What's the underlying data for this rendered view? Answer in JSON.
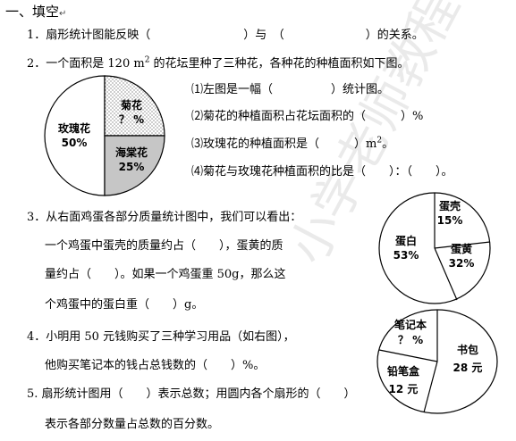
{
  "section": {
    "title": "一、填空",
    "para_mark": "↵"
  },
  "q1": {
    "text": "1．扇形统计图能反映（　　　　　　　　）与　（　　　　　　　）的关系。"
  },
  "q2": {
    "stem_a": "2．一个面积是 120 m",
    "stem_sup": "2",
    "stem_b": " 的花坛里种了三种花，各种花的种植面积如下图。",
    "sub1": "⑴左图是一幅（　　　　　）统计图。",
    "sub2": "⑵菊花的种植面积占花坛面积的（　　　）%",
    "sub3_a": "⑶玫瑰花的种植面积是（　　　）m",
    "sub3_sup": "2",
    "sub3_b": "。",
    "sub4": "⑷菊花与玫瑰花种植面积的比是（　　）：（　　）。",
    "chart": {
      "rose_name": "玫瑰花",
      "rose_pct": "50%",
      "chrys_name": "菊花",
      "chrys_pct": "？ %",
      "crab_name": "海棠花",
      "crab_pct": "25%"
    }
  },
  "q3": {
    "line1": "3．从右面鸡蛋各部分质量统计图中，我们可以看出：",
    "line2": "一个鸡蛋中蛋壳的质量约占（　　），蛋黄的质",
    "line3": "量约占（　　）。如果一个鸡蛋重 50g，那么这",
    "line4": "个鸡蛋中的蛋白重（　　）g。",
    "chart": {
      "shell_name": "蛋壳",
      "shell_pct": "15%",
      "white_name": "蛋白",
      "white_pct": "53%",
      "yolk_name": "蛋黄",
      "yolk_pct": "32%"
    }
  },
  "q4": {
    "line1": "4．小明用 50 元钱购买了三种学习用品（如右图），",
    "line2": "他购买笔记本的钱占总钱数的（　　）%。",
    "chart": {
      "notebook_name": "笔记本",
      "notebook_pct": "？ %",
      "bag_name": "书包",
      "bag_value": "28 元",
      "pencil_name": "铅笔盒",
      "pencil_value": "12 元"
    }
  },
  "q5": {
    "line1": "5. 扇形统计图用（　　）表示总数；用圆内各个扇形的（　　）",
    "line2": "表示各部分数量占总数的百分数。"
  },
  "watermark": "小学老师教程"
}
